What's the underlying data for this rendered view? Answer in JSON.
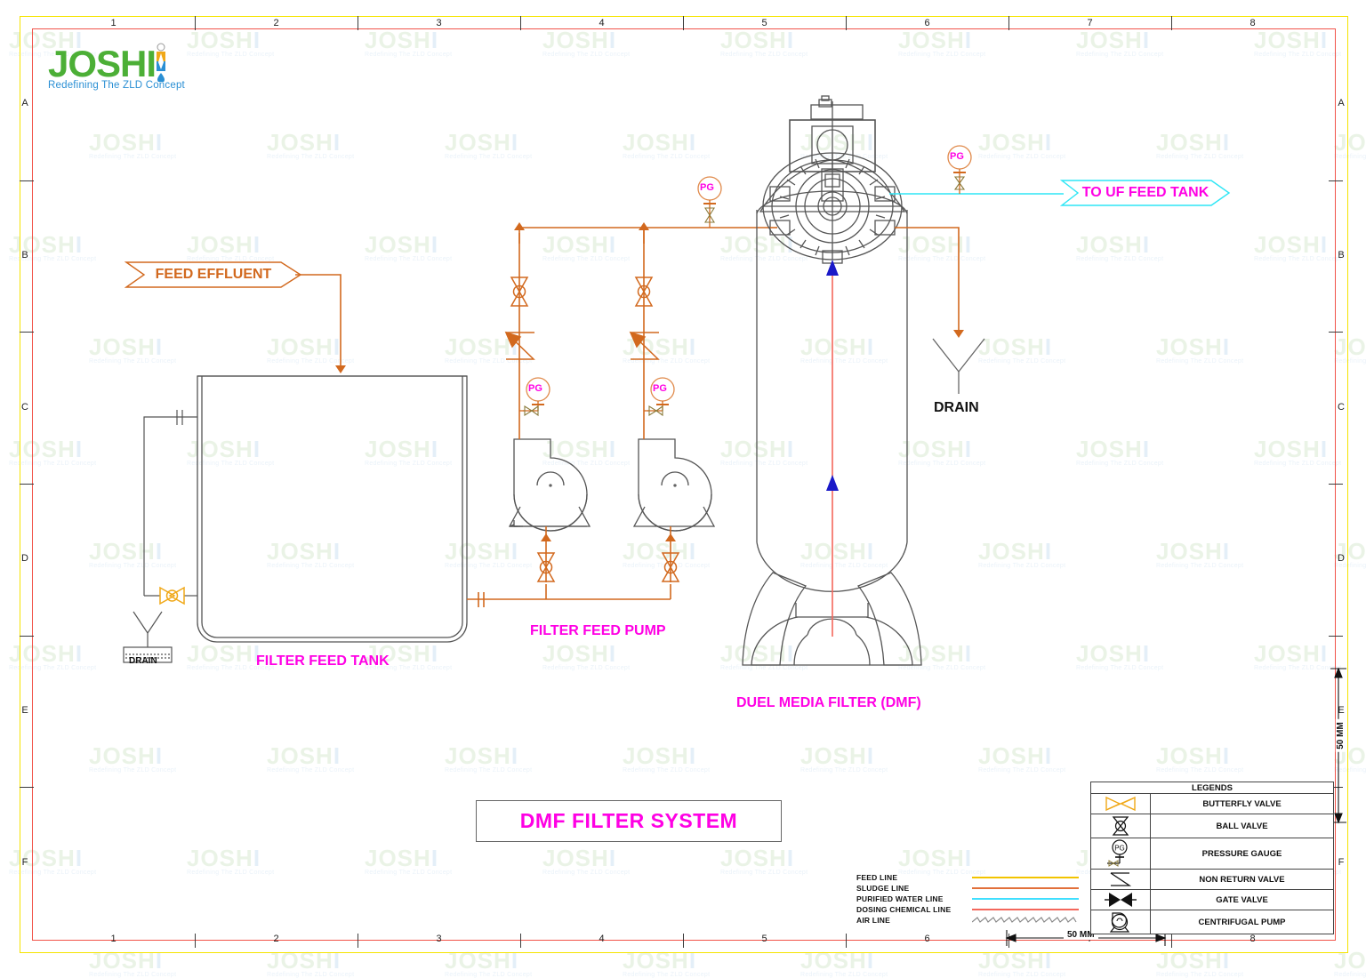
{
  "drawing": {
    "title": "DMF FILTER SYSTEM",
    "logo": {
      "name": "JOSHI",
      "tagline": "Redefining The ZLD Concept"
    },
    "watermark_text": "JOSHI",
    "watermark_sub": "Redefining The ZLD Concept"
  },
  "frame": {
    "columns": [
      "1",
      "2",
      "3",
      "4",
      "5",
      "6",
      "7",
      "8"
    ],
    "rows": [
      "A",
      "B",
      "C",
      "D",
      "E",
      "F"
    ],
    "border_outer_color": "#f5e400",
    "border_inner_color": "#f1544a"
  },
  "banners": [
    {
      "id": "feed-effluent",
      "label": "FEED EFFLUENT",
      "color": "#d2691e",
      "text_color": "#d2691e"
    },
    {
      "id": "to-uf-feed-tank",
      "label": "TO UF FEED TANK",
      "color": "#2ee6f5",
      "text_color": "#ff00e4"
    }
  ],
  "equipment": [
    {
      "id": "filter-feed-tank",
      "label": "FILTER FEED TANK",
      "color": "#ff00e4"
    },
    {
      "id": "filter-feed-pump",
      "label": "FILTER FEED PUMP",
      "color": "#ff00e4"
    },
    {
      "id": "duel-media-filter",
      "label": "DUEL MEDIA FILTER (DMF)",
      "color": "#ff00e4"
    }
  ],
  "drains": [
    {
      "id": "tank-drain",
      "label": "DRAIN"
    },
    {
      "id": "dmf-drain",
      "label": "DRAIN"
    }
  ],
  "instruments": [
    {
      "id": "pg-pump-1",
      "tag": "PG"
    },
    {
      "id": "pg-pump-2",
      "tag": "PG"
    },
    {
      "id": "pg-discharge-header",
      "tag": "PG"
    },
    {
      "id": "pg-outlet",
      "tag": "PG"
    }
  ],
  "legends": {
    "header": "LEGENDS",
    "items": [
      {
        "symbol": "butterfly-valve-icon",
        "label": "BUTTERFLY VALVE"
      },
      {
        "symbol": "ball-valve-icon",
        "label": "BALL VALVE"
      },
      {
        "symbol": "pressure-gauge-icon",
        "label": "PRESSURE GAUGE"
      },
      {
        "symbol": "non-return-valve-icon",
        "label": "NON RETURN VALVE"
      },
      {
        "symbol": "gate-valve-icon",
        "label": "GATE VALVE"
      },
      {
        "symbol": "centrifugal-pump-icon",
        "label": "CENTRIFUGAL PUMP"
      }
    ]
  },
  "line_legend": [
    {
      "label": "FEED LINE",
      "color": "#f2c400"
    },
    {
      "label": "SLUDGE  LINE",
      "color": "#e2703a"
    },
    {
      "label": "PURIFIED WATER  LINE",
      "color": "#40dfff"
    },
    {
      "label": "DOSING CHEMICAL  LINE",
      "color": "#f4675c"
    },
    {
      "label": "AIR  LINE",
      "color": "#8a8a8a"
    }
  ],
  "scale_bars": [
    {
      "id": "scale-horizontal",
      "label": "50 MM"
    },
    {
      "id": "scale-vertical",
      "label": "50 MM"
    }
  ],
  "colors": {
    "process_line": "#d2691e",
    "purified_water": "#2ee6f5",
    "chemical_line": "#f4675c",
    "equipment_outline": "#555555",
    "butterfly_valve": "#f0a818",
    "label_text": "#ff00e4",
    "arrow_blue": "#1a19c8"
  }
}
